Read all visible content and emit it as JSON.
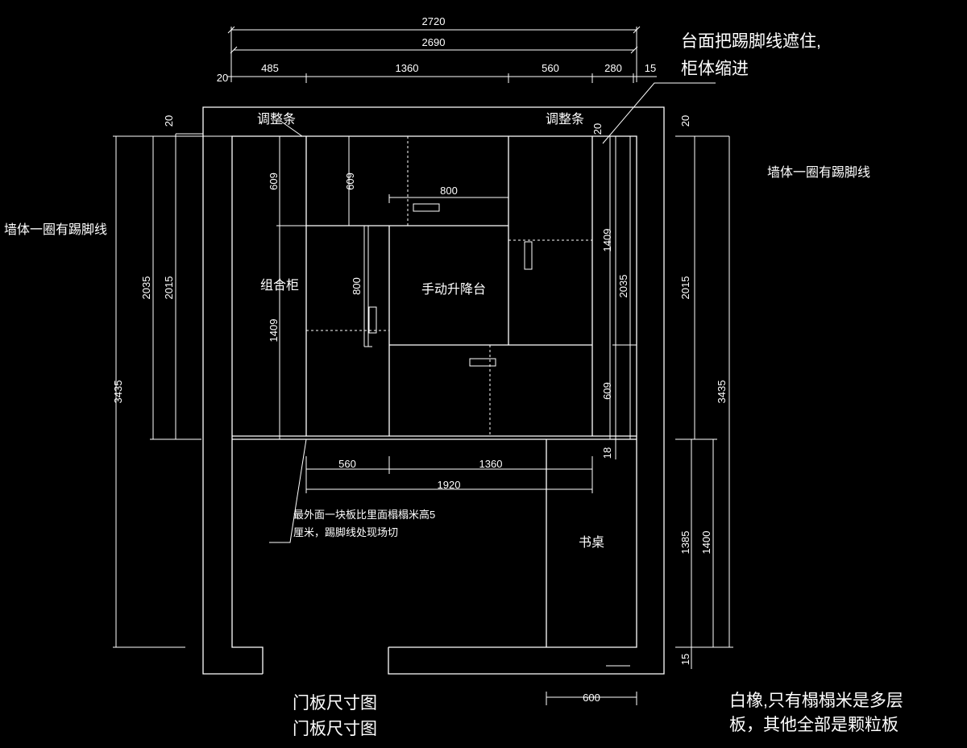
{
  "dims": {
    "top_total": "2720",
    "top_inner": "2690",
    "top_left_gap": "20",
    "top_seg1": "485",
    "top_seg2": "1360",
    "top_seg3": "560",
    "top_seg4": "280",
    "top_right_gap": "15",
    "left_3435": "3435",
    "left_2035": "2035",
    "left_2015": "2015",
    "left_20": "20",
    "inner_609_a": "609",
    "inner_609_b": "609",
    "inner_1409_left": "1409",
    "inner_800_v": "800",
    "inner_800_h": "800",
    "right_inner_1409": "1409",
    "right_inner_2035": "2035",
    "right_inner_609": "609",
    "right_inner_18": "18",
    "corner_20": "20",
    "right_20": "20",
    "right_2015": "2015",
    "right_3435": "3435",
    "right_1385": "1385",
    "right_1400": "1400",
    "right_15": "15",
    "bottom_560": "560",
    "bottom_1360": "1360",
    "bottom_1920": "1920",
    "bottom_600": "600"
  },
  "labels": {
    "adjust_strip_left": "调整条",
    "adjust_strip_right": "调整条",
    "combo_cabinet": "组合柜",
    "manual_lift_table": "手动升降台",
    "desk": "书桌",
    "wall_skirting_left": "墙体一圈有踢脚线",
    "wall_skirting_right": "墙体一圈有踢脚线"
  },
  "notes": {
    "countertop_line1": "台面把踢脚线遮住,",
    "countertop_line2": "柜体缩进",
    "panel_line1": "最外面一块板比里面榻榻米高5",
    "panel_line2": "厘米，踢脚线处现场切",
    "material_line1": "白橡,只有榻榻米是多层",
    "material_line2": "板，其他全部是颗粒板"
  },
  "titles": {
    "door_panel_1": "门板尺寸图",
    "door_panel_2": "门板尺寸图"
  },
  "colors": {
    "background": "#000000",
    "lines": "#ffffff"
  }
}
